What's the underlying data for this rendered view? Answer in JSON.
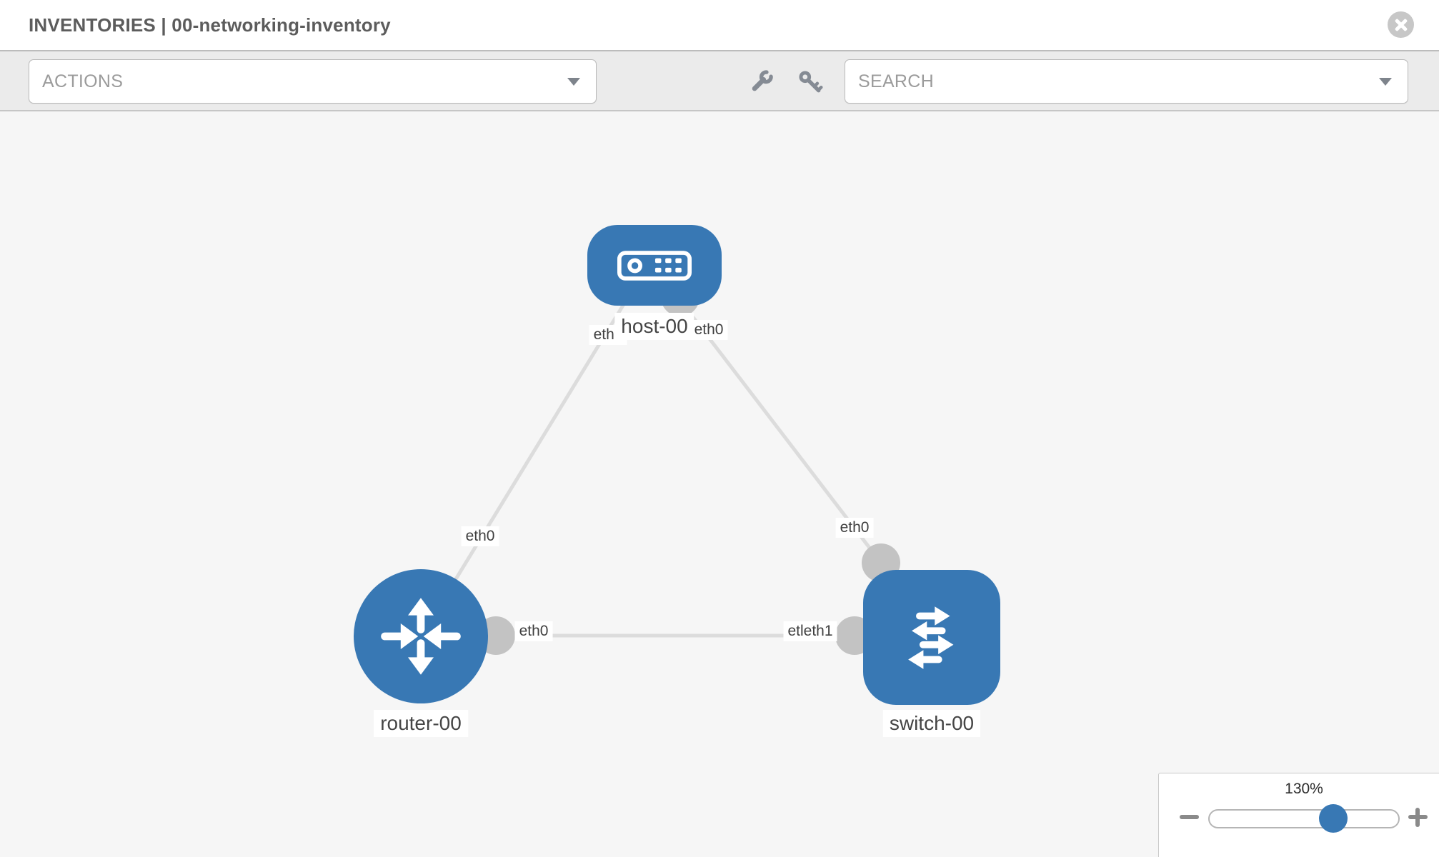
{
  "header": {
    "title": "INVENTORIES | 00-networking-inventory"
  },
  "toolbar": {
    "actions_label": "ACTIONS",
    "search_label": "SEARCH",
    "icons": [
      "wrench-icon",
      "key-icon"
    ]
  },
  "topology": {
    "nodes": [
      {
        "label": "host-00",
        "type": "host"
      },
      {
        "label": "router-00",
        "type": "router"
      },
      {
        "label": "switch-00",
        "type": "switch"
      }
    ],
    "links": [
      {
        "from": "router-00",
        "to": "host-00",
        "from_port": "eth0",
        "to_port": "eth0"
      },
      {
        "from": "host-00",
        "to": "switch-00",
        "from_port": "eth0",
        "to_port": "eth0"
      },
      {
        "from": "router-00",
        "to": "switch-00",
        "from_port": "eth0",
        "to_port": "etleth1"
      }
    ],
    "port_labels": [
      "eth0",
      "eth0",
      "eth0",
      "eth0",
      "eth0",
      "etleth1"
    ]
  },
  "zoom_panel": {
    "level": "130%"
  },
  "colors": {
    "node_blue": "#3878b4",
    "thumb_blue": "#3878b4",
    "link_gray": "#dcdcdc",
    "connector_gray": "#c3c3c3",
    "canvas_bg": "#f6f6f6",
    "toolbar_bg": "#ebebeb",
    "title_text": "#5c5c5c",
    "muted_text": "#9b9b9b",
    "label_text": "#454545",
    "icon_gray": "#858b94"
  }
}
